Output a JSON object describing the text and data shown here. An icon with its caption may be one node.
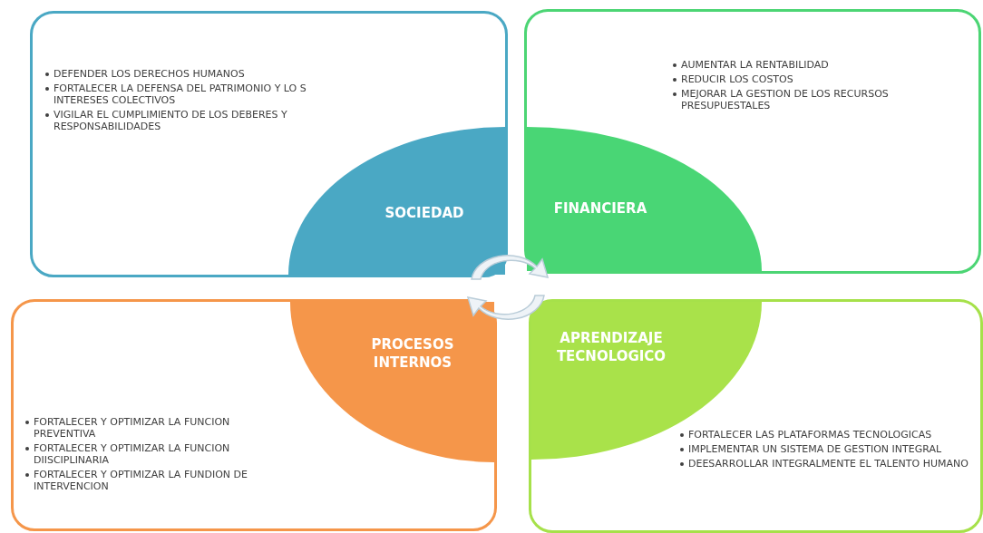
{
  "diagram": {
    "nodes": [
      {
        "text": [
          "DEFENDER LOS DERECHOS HUMANOS",
          "FORTALECER LA DEFENSA DEL PATRIMONIO Y LO S INTERESES COLECTIVOS",
          "VIGILAR EL CUMPLIMIENTO DE LOS DEBERES Y RESPONSABILIDADES"
        ]
      },
      {
        "text": [
          "AUMENTAR LA RENTABILIDAD",
          "REDUCIR LOS COSTOS",
          "MEJORAR LA GESTION DE LOS RECURSOS PRESUPUESTALES"
        ]
      },
      {
        "text": [
          "SOCIEDAD"
        ],
        "in": 0
      },
      {
        "text": [
          "FINANCIERA"
        ],
        "in": 1
      },
      {
        "text": [
          "PROCESOS INTERNOS"
        ],
        "in": 6
      },
      {
        "text": [
          "APRENDIZAJE TECNOLOGICO"
        ],
        "in": 7
      },
      {
        "text": [
          "FORTALECER Y OPTIMIZAR LA FUNCION PREVENTIVA",
          "FORTALECER Y OPTIMIZAR LA FUNCION DIISCIPLINARIA",
          "FORTALECER Y OPTIMIZAR LA FUNDION DE INTERVENCION"
        ]
      },
      {
        "text": [
          "FORTALECER LAS PLATAFORMAS TECNOLOGICAS",
          "IMPLEMENTAR UN SISTEMA DE GESTION INTEGRAL",
          "DEESARROLLAR INTEGRALMENTE EL TALENTO HUMANO"
        ]
      }
    ]
  }
}
